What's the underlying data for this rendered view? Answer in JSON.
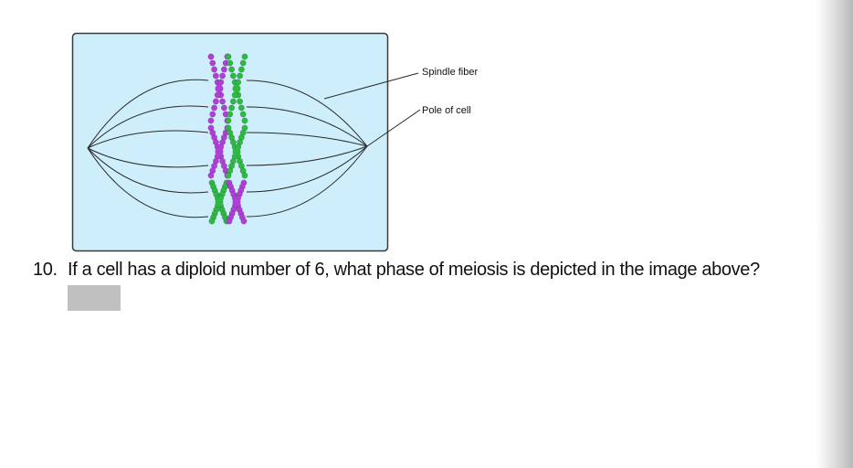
{
  "figure": {
    "title": "Meiosis spindle diagram",
    "labels": {
      "spindle_fiber": "Spindle fiber",
      "pole_of_cell": "Pole of cell"
    },
    "colors": {
      "cell_fill": "#cdeefa",
      "cell_border": "#3a3a3a",
      "chromosome_purple": "#b03fd6",
      "chromosome_green": "#2fb844",
      "fiber": "#2a2a2a"
    },
    "chromosome_rows": [
      {
        "left": "purple",
        "right": "green"
      },
      {
        "left": "purple",
        "right": "green"
      },
      {
        "left": "green",
        "right": "purple"
      }
    ]
  },
  "question": {
    "number": "10.",
    "text": "If a cell has a diploid number of 6, what phase of meiosis is depicted in the image above?"
  },
  "answer": {
    "value": ""
  }
}
